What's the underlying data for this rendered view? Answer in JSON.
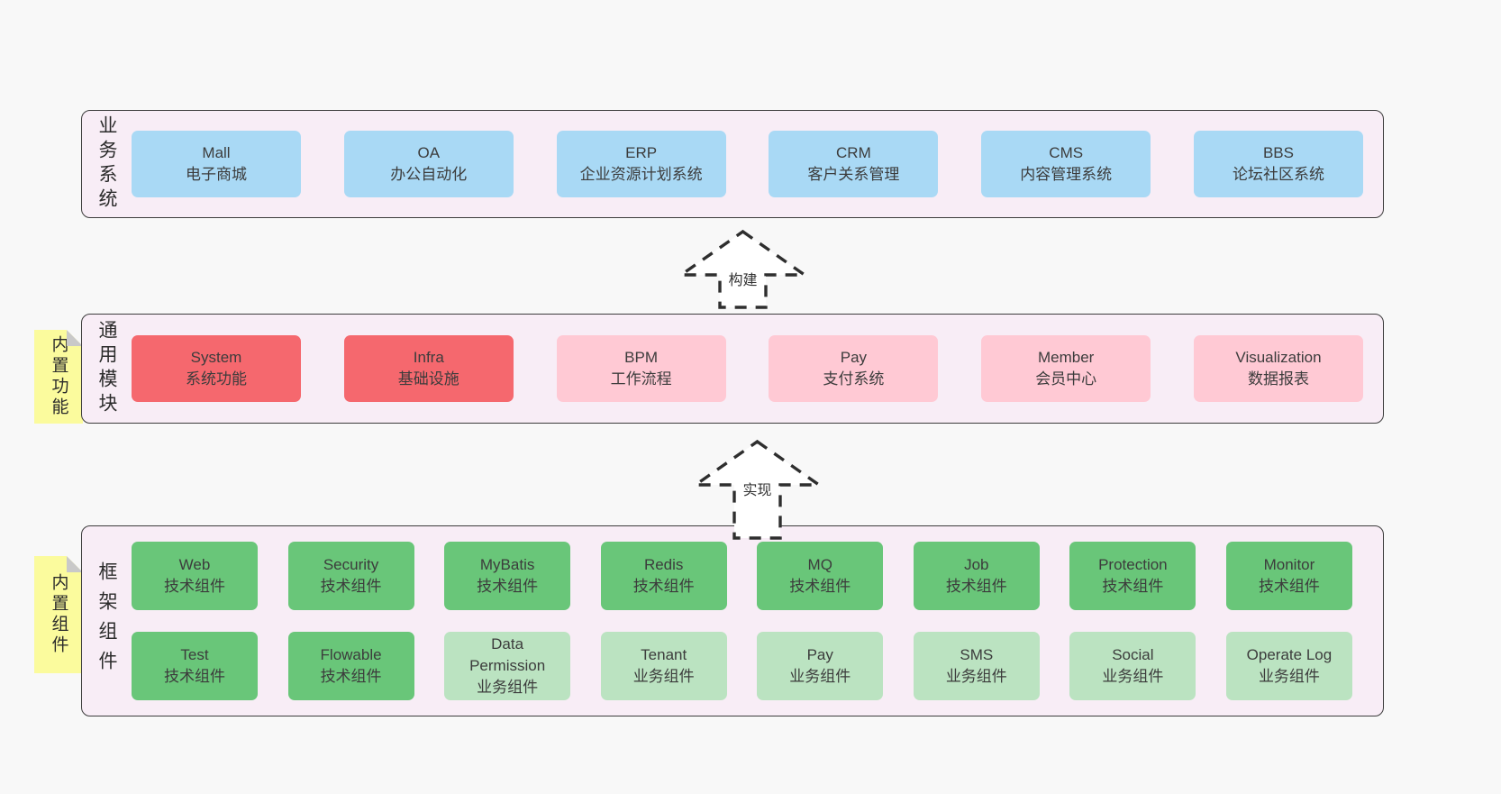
{
  "colors": {
    "page_bg": "#f8f8f8",
    "panel_bg": "#f8edf6",
    "panel_border": "#3c3c3c",
    "blue_box": "#a9d9f5",
    "red_box": "#f5686e",
    "pink_box": "#ffc9d4",
    "green_box": "#69c679",
    "light_green_box": "#bbe3c1",
    "note_yellow": "#fbfb9d",
    "note_fold": "#c9c9c9",
    "text": "#3c3c3c"
  },
  "sections": {
    "business": {
      "side_label": "业务系统",
      "boxes": [
        {
          "name": "Mall",
          "sub": "电子商城"
        },
        {
          "name": "OA",
          "sub": "办公自动化"
        },
        {
          "name": "ERP",
          "sub": "企业资源计划系统"
        },
        {
          "name": "CRM",
          "sub": "客户关系管理"
        },
        {
          "name": "CMS",
          "sub": "内容管理系统"
        },
        {
          "name": "BBS",
          "sub": "论坛社区系统"
        }
      ]
    },
    "modules": {
      "side_label": "通用模块",
      "note": "内置功能",
      "boxes": [
        {
          "name": "System",
          "sub": "系统功能",
          "variant": "red"
        },
        {
          "name": "Infra",
          "sub": "基础设施",
          "variant": "red"
        },
        {
          "name": "BPM",
          "sub": "工作流程",
          "variant": "pink"
        },
        {
          "name": "Pay",
          "sub": "支付系统",
          "variant": "pink"
        },
        {
          "name": "Member",
          "sub": "会员中心",
          "variant": "pink"
        },
        {
          "name": "Visualization",
          "sub": "数据报表",
          "variant": "pink"
        }
      ]
    },
    "components": {
      "side_label": "框架组件",
      "note": "内置组件",
      "row1": [
        {
          "name": "Web",
          "sub": "技术组件",
          "variant": "green"
        },
        {
          "name": "Security",
          "sub": "技术组件",
          "variant": "green"
        },
        {
          "name": "MyBatis",
          "sub": "技术组件",
          "variant": "green"
        },
        {
          "name": "Redis",
          "sub": "技术组件",
          "variant": "green"
        },
        {
          "name": "MQ",
          "sub": "技术组件",
          "variant": "green"
        },
        {
          "name": "Job",
          "sub": "技术组件",
          "variant": "green"
        },
        {
          "name": "Protection",
          "sub": "技术组件",
          "variant": "green"
        },
        {
          "name": "Monitor",
          "sub": "技术组件",
          "variant": "green"
        }
      ],
      "row2": [
        {
          "name": "Test",
          "sub": "技术组件",
          "variant": "green"
        },
        {
          "name": "Flowable",
          "sub": "技术组件",
          "variant": "green"
        },
        {
          "name": "Data Permission",
          "sub": "业务组件",
          "variant": "lightgreen"
        },
        {
          "name": "Tenant",
          "sub": "业务组件",
          "variant": "lightgreen"
        },
        {
          "name": "Pay",
          "sub": "业务组件",
          "variant": "lightgreen"
        },
        {
          "name": "SMS",
          "sub": "业务组件",
          "variant": "lightgreen"
        },
        {
          "name": "Social",
          "sub": "业务组件",
          "variant": "lightgreen"
        },
        {
          "name": "Operate Log",
          "sub": "业务组件",
          "variant": "lightgreen"
        }
      ]
    }
  },
  "arrows": {
    "build": "构建",
    "implement": "实现"
  }
}
